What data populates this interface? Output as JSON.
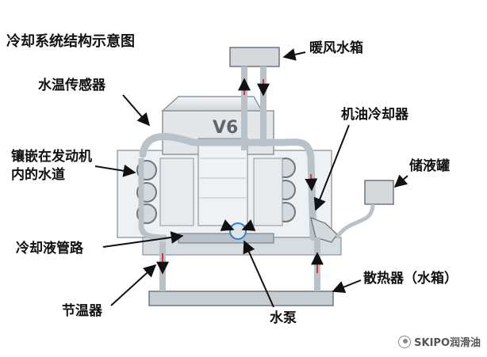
{
  "title": "冷却系统结构示意图",
  "engine_badge": "V6",
  "labels": {
    "heater_core": "暖风水箱",
    "temp_sensor": "水温传感器",
    "oil_cooler": "机油冷却器",
    "embedded_channel_line1": "镶嵌在发动机",
    "embedded_channel_line2": "内的水道",
    "reservoir": "储液罐",
    "coolant_pipe": "冷却液管路",
    "radiator": "散热器（水箱）",
    "thermostat": "节温器",
    "water_pump": "水泵"
  },
  "watermark": "SKIPO润滑油",
  "colors": {
    "pipe": "#b9c2c9",
    "pipe_dark": "#7d8891",
    "coolant_arrow": "#d9363e",
    "coolant_arrow_blue": "#2f7fd0",
    "engine_fill": "#e9ecef",
    "pointer": "#111111"
  }
}
